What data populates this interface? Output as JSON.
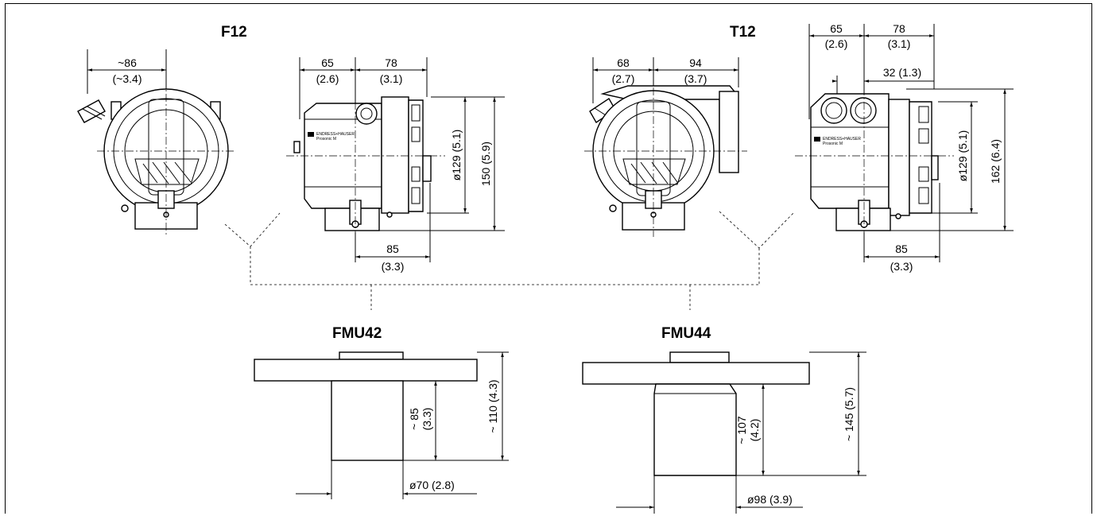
{
  "titles": {
    "f12": "F12",
    "t12": "T12",
    "fmu42": "FMU42",
    "fmu44": "FMU44"
  },
  "f12": {
    "front_width_mm": "~86",
    "front_width_in": "(~3.4)"
  },
  "f12_side": {
    "left_mm": "65",
    "left_in": "(2.6)",
    "right_mm": "78",
    "right_in": "(3.1)",
    "dia_label": "ø129 (5.1)",
    "height_label": "150 (5.9)",
    "bottom_mm": "85",
    "bottom_in": "(3.3)",
    "nameplate_line1": "ENDRESS+HAUSER",
    "nameplate_line2": "Prosonic M"
  },
  "t12": {
    "left_mm": "68",
    "left_in": "(2.7)",
    "right_mm": "94",
    "right_in": "(3.7)"
  },
  "t12_side": {
    "left_mm": "65",
    "left_in": "(2.6)",
    "right_mm": "78",
    "right_in": "(3.1)",
    "offset_label": "32 (1.3)",
    "dia_label": "ø129 (5.1)",
    "height_label": "162 (6.4)",
    "bottom_mm": "85",
    "bottom_in": "(3.3)",
    "nameplate_line1": "ENDRESS+HAUSER",
    "nameplate_line2": "Prosonic M"
  },
  "fmu42": {
    "inner_mm": "~ 85",
    "inner_in": "(3.3)",
    "height_label": "~ 110 (4.3)",
    "dia_label": "ø70 (2.8)"
  },
  "fmu44": {
    "inner_mm": "~ 107",
    "inner_in": "(4.2)",
    "height_label": "~ 145 (5.7)",
    "dia_label": "ø98 (3.9)"
  }
}
